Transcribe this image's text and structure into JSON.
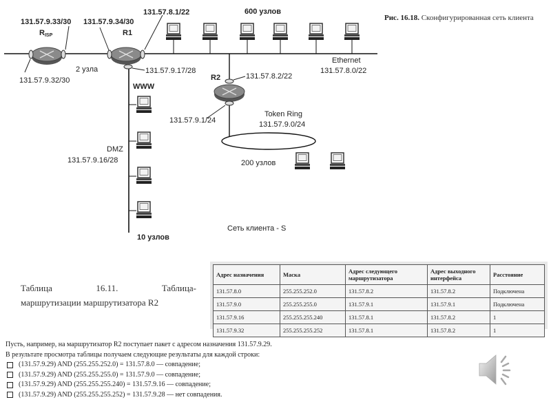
{
  "figure": {
    "caption_number": "Рис. 16.18.",
    "caption_text": "Сконфигурированная сеть клиента",
    "labels": {
      "r1_isp_addr": "131.57.9.33/30",
      "r_isp_name": "R",
      "r_isp_sub": "ISP",
      "r1_wan_addr": "131.57.9.34/30",
      "r1_name": "R1",
      "r1_lan_addr": "131.57.8.1/22",
      "hosts_600": "600 узлов",
      "isp_addr_left": "131.57.9.32/30",
      "two_hosts": "2 узла",
      "r1_dmz_addr": "131.57.9.17/28",
      "ethernet": "Ethernet",
      "ethernet_net": "131.57.8.0/22",
      "r2_name": "R2",
      "r2_eth_addr": "131.57.8.2/22",
      "www": "WWW",
      "r2_tr_addr": "131.57.9.1/24",
      "token_ring": "Token Ring",
      "token_ring_net": "131.57.9.0/24",
      "dmz": "DMZ",
      "dmz_net": "131.57.9.16/28",
      "hosts_200": "200 узлов",
      "client_net": "Сеть клиента - S",
      "hosts_10": "10 узлов"
    }
  },
  "table_caption": {
    "line1": "Таблица 16.11. Таблица-",
    "line2": "маршрутизации маршрутизатора R2"
  },
  "routing_table": {
    "headers": [
      "Адрес назначения",
      "Маска",
      "Адрес следующего маршрутизатора",
      "Адрес выходного интерфейса",
      "Расстояние"
    ],
    "rows": [
      [
        "131.57.8.0",
        "255.255.252.0",
        "131.57.8.2",
        "131.57.8.2",
        "Подключена"
      ],
      [
        "131.57.9.0",
        "255.255.255.0",
        "131.57.9.1",
        "131.57.9.1",
        "Подключена"
      ],
      [
        "131.57.9.16",
        "255.255.255.240",
        "131.57.8.1",
        "131.57.8.2",
        "1"
      ],
      [
        "131.57.9.32",
        "255.255.255.252",
        "131.57.8.1",
        "131.57.8.2",
        "1"
      ]
    ]
  },
  "example": {
    "intro1": "Пусть, например, на маршрутизатор R2 поступает пакет с адресом назначения 131.57.9.29.",
    "intro2": "В результате просмотра таблицы получаем следующие результаты для каждой строки:",
    "items": [
      "(131.57.9.29) AND (255.255.252.0) = 131.57.8.0 — совпадение;",
      "(131.57.9.29) AND (255.255.255.0) = 131.57.9.0 — совпадение;",
      "(131.57.9.29) AND (255.255.255.240) = 131.57.9.16 — совпадение;",
      "(131.57.9.29) AND (255.255.255.252) = 131.57.9.28 — нет совпадения."
    ]
  },
  "audio": {
    "icon": "speaker-icon"
  }
}
